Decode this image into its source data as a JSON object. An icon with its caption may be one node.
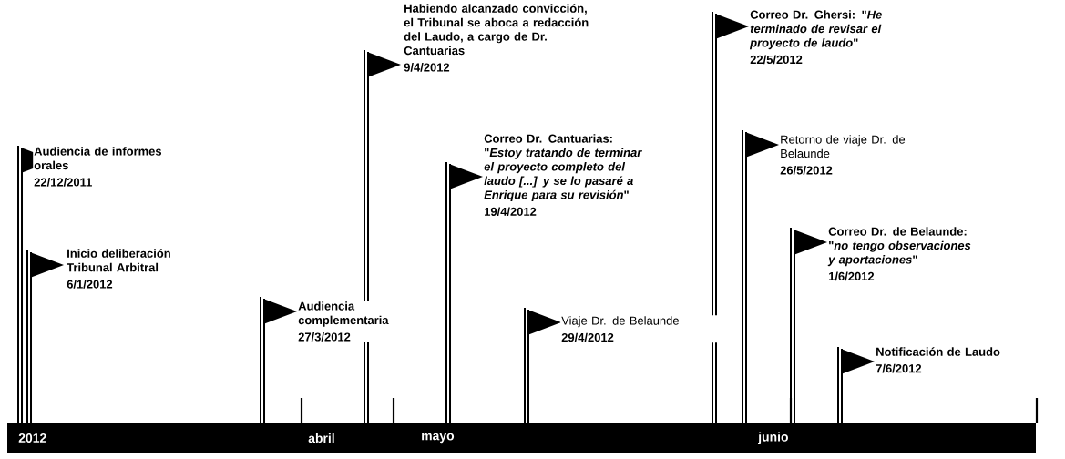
{
  "diagram": {
    "nodes": [
      {
        "text": [
          "Audiencia de informes orales",
          "22/12/2011"
        ]
      },
      {
        "text": [
          "Inicio deliberación Tribunal Arbitral",
          "6/1/2012"
        ]
      },
      {
        "text": [
          "Audiencia complementaria",
          "27/3/2012"
        ]
      },
      {
        "text": [
          "Habiendo alcanzado convicción, el Tribunal se aboca a redacción del Laudo, a cargo de Dr. Cantuarias",
          "9/4/2012"
        ]
      },
      {
        "text": [
          "Correo Dr. Cantuarias: \"*Estoy tratando de terminar el proyecto completo del laudo [...] y se lo pasaré a Enrique para su revisión*\"",
          "19/4/2012"
        ]
      },
      {
        "text": [
          "Viaje Dr. de Belaunde",
          "29/4/2012"
        ]
      },
      {
        "text": [
          "Correo Dr. Ghersi: \"*He terminado de revisar el proyecto de laudo*\"",
          "22/5/2012"
        ]
      },
      {
        "text": [
          "Retorno de viaje Dr. de Belaunde",
          "26/5/2012"
        ]
      },
      {
        "text": [
          "Correo Dr. de Belaunde: \"*no tengo observaciones y aportaciones*\"",
          "1/6/2012"
        ]
      },
      {
        "text": [
          "Notificación de Laudo",
          "7/6/2012"
        ]
      }
    ],
    "labels": [
      "2012",
      "abril",
      "mayo",
      "junio"
    ]
  }
}
